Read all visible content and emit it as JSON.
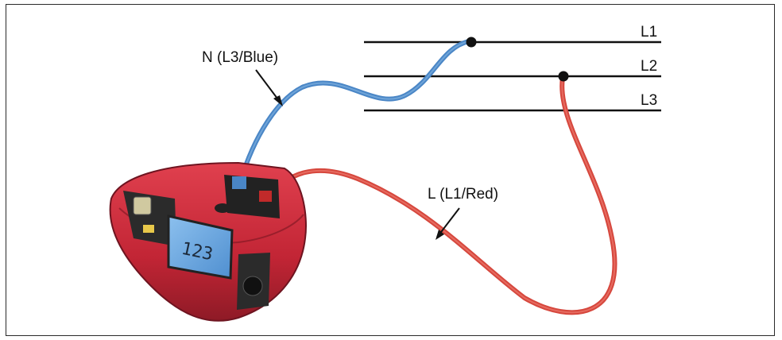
{
  "lines": {
    "l1": "L1",
    "l2": "L2",
    "l3": "L3"
  },
  "labels": {
    "neutral_lead": "N (L3/Blue)",
    "live_lead": "L (L1/Red)"
  },
  "tester": {
    "display_reading": "123"
  },
  "colors": {
    "blue_lead": "#4a86c6",
    "red_lead": "#d6473d",
    "tester_body": "#c8283a",
    "lcd": "#6aa7e0"
  }
}
